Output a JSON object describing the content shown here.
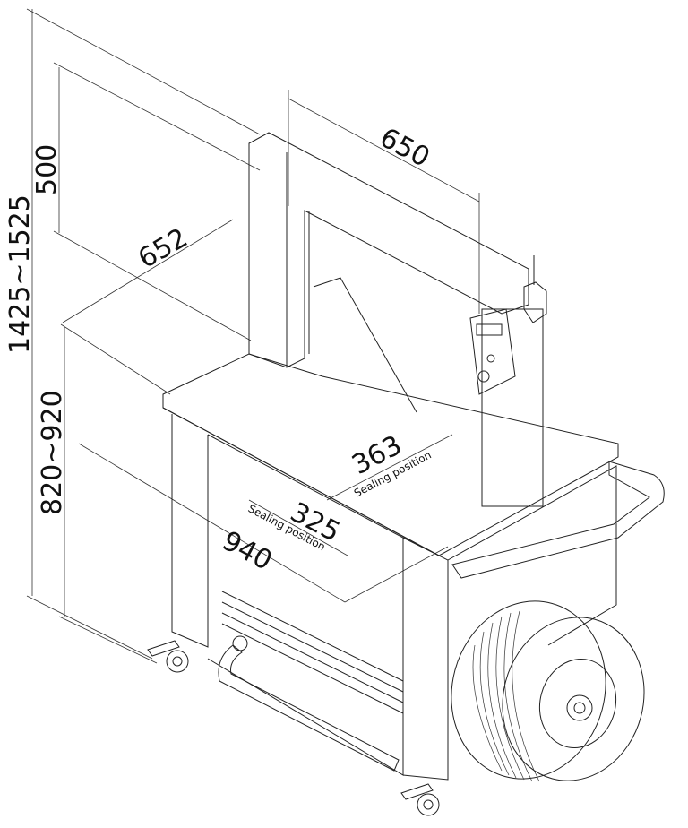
{
  "drawing": {
    "subject": "Automatic strapping machine dimension drawing",
    "units": "mm",
    "colors": {
      "line": "#222222",
      "background": "#ffffff"
    }
  },
  "dimensions": {
    "overall_height": "1425~1525",
    "table_height": "820~920",
    "arch_height": "500",
    "arch_width": "650",
    "table_depth": "652",
    "table_length": "940",
    "sealing_right": "363",
    "sealing_left": "325",
    "sealing_label": "Sealing position"
  }
}
